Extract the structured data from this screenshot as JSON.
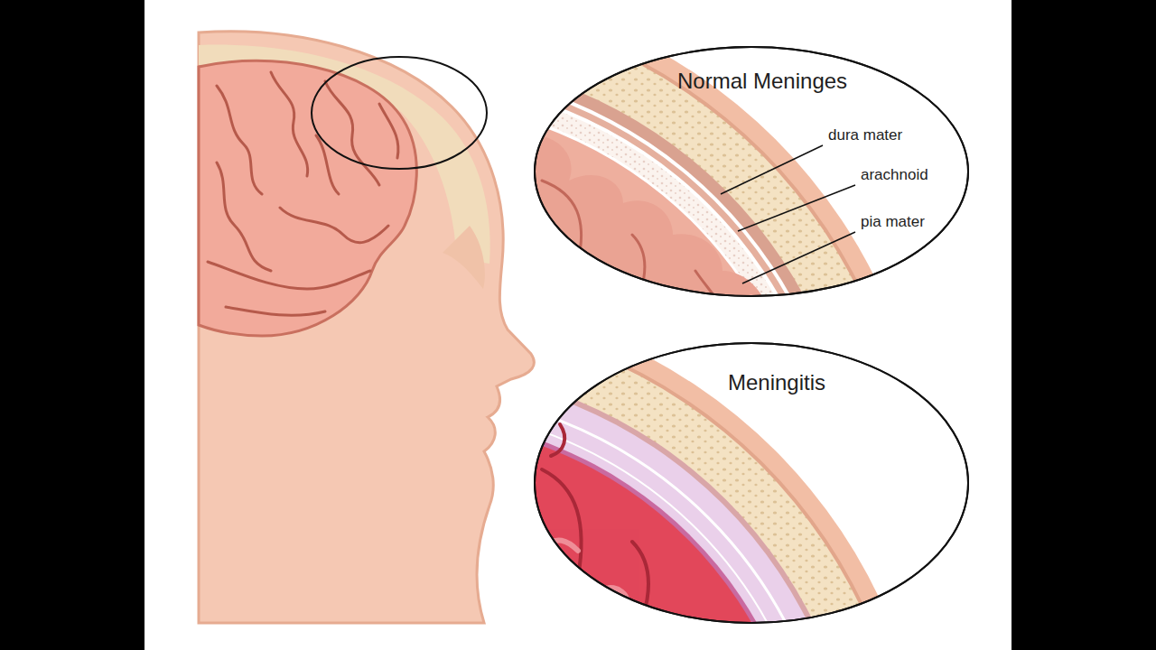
{
  "diagram": {
    "nodes": [
      {
        "text": [
          "Normal Meninges"
        ]
      },
      {
        "text": [
          "Meningitis"
        ]
      }
    ],
    "labels": [
      "dura mater",
      "arachnoid",
      "pia mater"
    ]
  }
}
